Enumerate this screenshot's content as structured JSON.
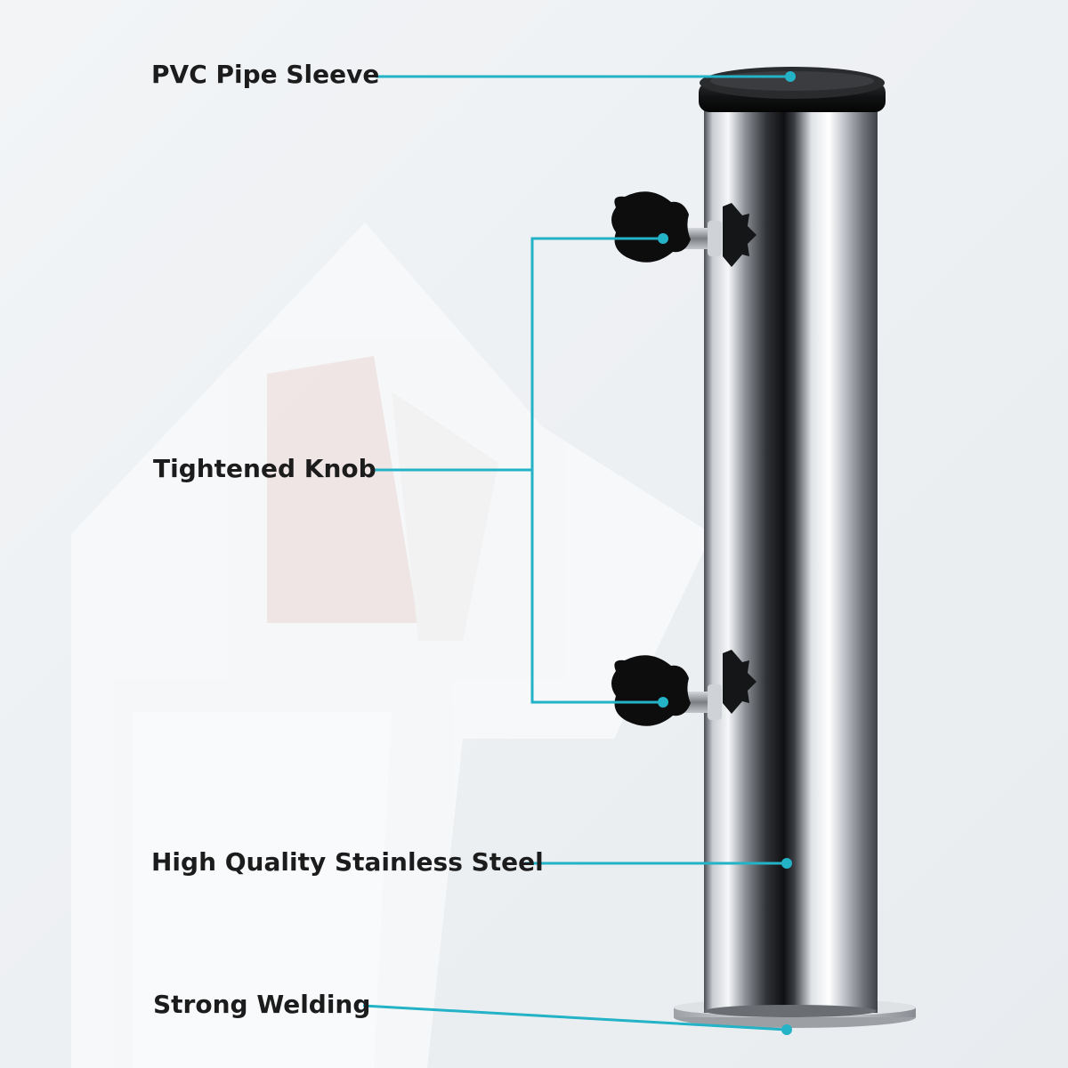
{
  "labels": {
    "pvc_sleeve": "PVC Pipe Sleeve",
    "tightened_knob": "Tightened Knob",
    "stainless_steel": "High Quality Stainless Steel",
    "strong_welding": "Strong Welding"
  },
  "colors": {
    "callout_line": "#23b2c6",
    "label_text": "#1c1c1c",
    "background": "#eef1f4"
  }
}
